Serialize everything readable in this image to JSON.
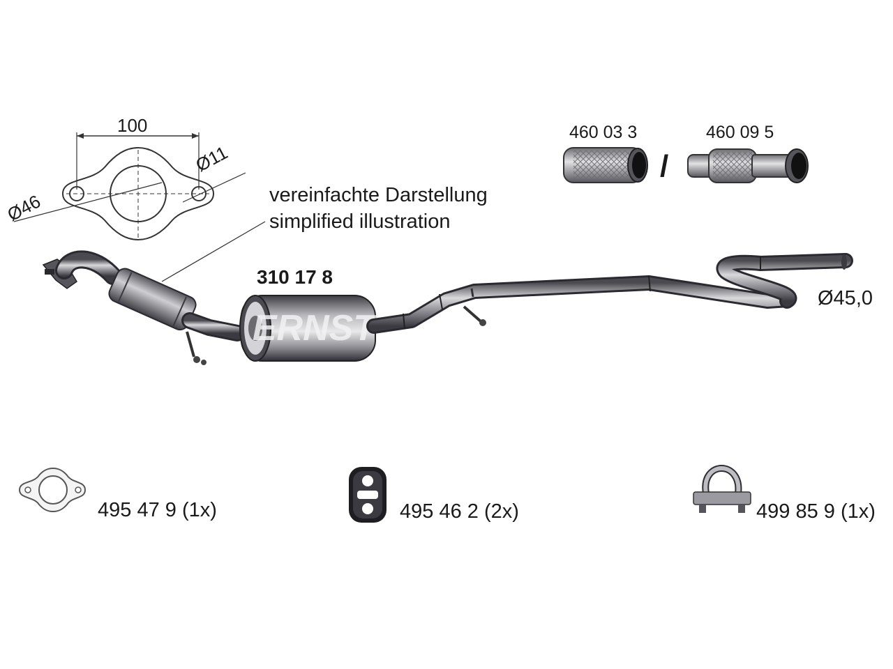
{
  "flange": {
    "dim_width": "100",
    "dim_bolt": "Ø11",
    "dim_bore": "Ø46"
  },
  "note": {
    "de": "vereinfachte Darstellung",
    "en": "simplified illustration"
  },
  "main_part": {
    "number": "310 17 8",
    "brand_mark": "ERNST",
    "outlet_diameter": "Ø45,0"
  },
  "flex_pipes": {
    "option_a": "460 03 3",
    "separator": "/",
    "option_b": "460 09 5"
  },
  "accessories": [
    {
      "icon": "gasket-icon",
      "label": "495 47 9 (1x)"
    },
    {
      "icon": "rubber-hanger-icon",
      "label": "495 46 2 (2x)"
    },
    {
      "icon": "clamp-icon",
      "label": "499 85 9 (1x)"
    }
  ]
}
